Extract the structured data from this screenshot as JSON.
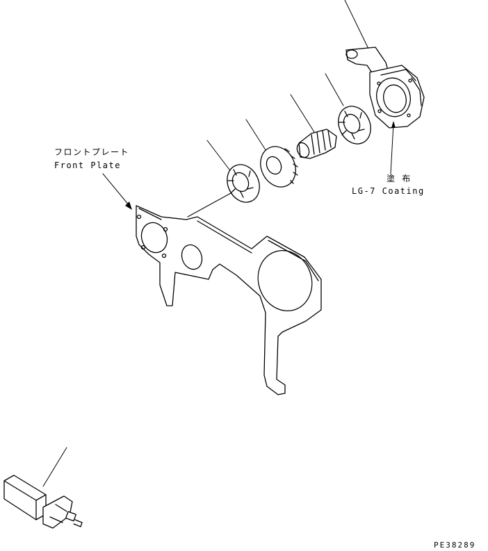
{
  "labels": {
    "front_plate_jp": "フロントプレート",
    "front_plate_en": "Front Plate",
    "coating_jp": "塗 布",
    "coating_en": "LG-7 Coating",
    "drawing_code": "PE38289"
  },
  "colors": {
    "line": "#000000",
    "background": "#ffffff"
  }
}
